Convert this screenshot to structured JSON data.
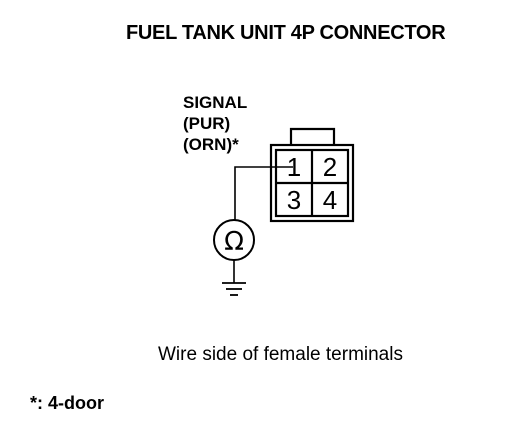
{
  "title": "FUEL TANK UNIT 4P CONNECTOR",
  "signal_label": {
    "line1": "SIGNAL",
    "line2": "(PUR)",
    "line3": "(ORN)*"
  },
  "connector": {
    "pins": [
      "1",
      "2",
      "3",
      "4"
    ]
  },
  "meter_symbol": "Ω",
  "caption": "Wire side of female terminals",
  "footnote": "*: 4-door"
}
